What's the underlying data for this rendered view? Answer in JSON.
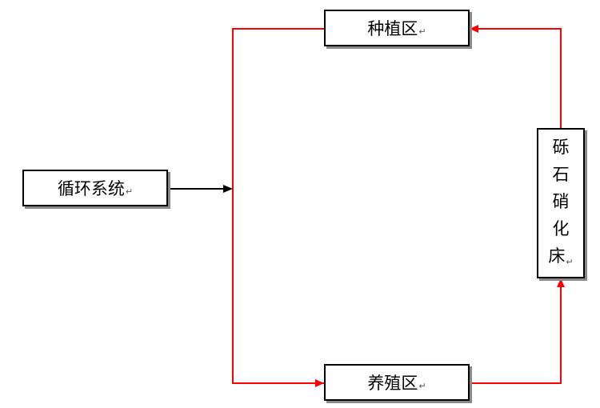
{
  "nodes": {
    "planting": "种植区",
    "breeding": "养殖区",
    "circulation": "循环系统",
    "filter_chars": [
      "砾",
      "石",
      "硝",
      "化",
      "床"
    ]
  },
  "return_mark": "↵",
  "colors": {
    "red_flow": "#ff0000",
    "black_flow": "#000000",
    "box_border": "#000000",
    "shadow": "#8a8a8a"
  }
}
